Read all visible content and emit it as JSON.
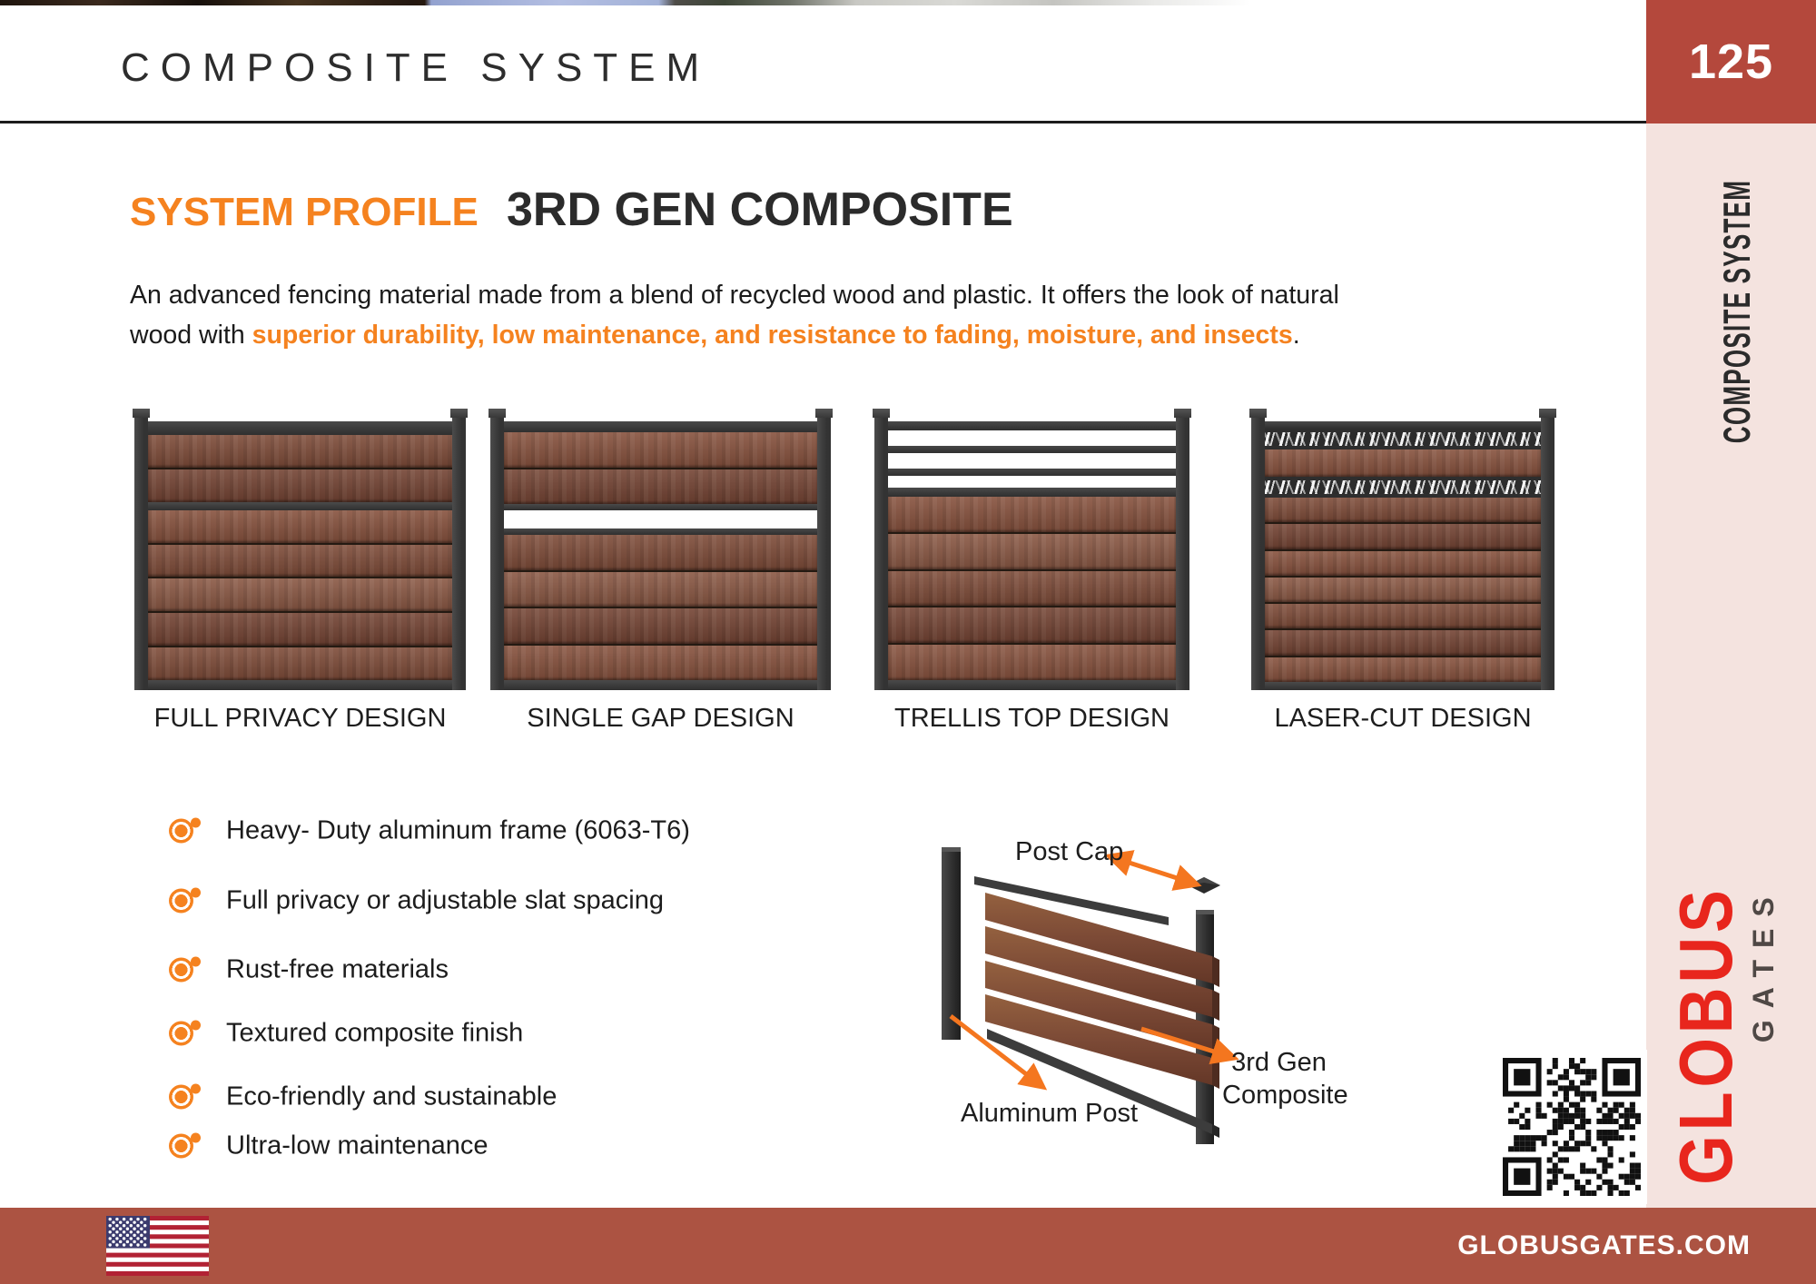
{
  "colors": {
    "accent_orange": "#F5821F",
    "brick_red": "#B4483C",
    "footer_red": "#AC5342",
    "sidebar_pink": "#F4E3DF",
    "logo_red": "#E8261D",
    "logo_gray": "#4F4845",
    "flag_red": "#B22234",
    "flag_blue": "#3C3B6E",
    "frame_gray": "#3A3A3A"
  },
  "page": {
    "number": "125",
    "header_title": "COMPOSITE SYSTEM",
    "sidebar_vertical_label": "COMPOSITE SYSTEM",
    "footer_url": "GLOBUSGATES.COM"
  },
  "brand": {
    "globus": "GLOBUS",
    "gates": "GATES"
  },
  "profile": {
    "kicker": "SYSTEM PROFILE",
    "title": "3RD GEN COMPOSITE",
    "description": {
      "line1": "An advanced fencing material made from a blend of recycled wood and plastic. It offers the look of natural",
      "line2_prefix": "wood with ",
      "line2_highlight": "superior durability, low maintenance, and resistance to fading, moisture, and insects",
      "line2_suffix": "."
    }
  },
  "designs": [
    {
      "label": "FULL PRIVACY DESIGN"
    },
    {
      "label": "SINGLE GAP DESIGN"
    },
    {
      "label": "TRELLIS TOP DESIGN"
    },
    {
      "label": "LASER-CUT DESIGN"
    }
  ],
  "features": [
    "Heavy- Duty aluminum frame (6063-T6)",
    "Full privacy or adjustable slat spacing",
    "Rust-free materials",
    "Textured composite finish",
    "Eco-friendly and sustainable",
    "Ultra-low maintenance"
  ],
  "diagram": {
    "post_cap": "Post Cap",
    "aluminum_post": "Aluminum Post",
    "composite_line1": "3rd Gen",
    "composite_line2": "Composite"
  }
}
